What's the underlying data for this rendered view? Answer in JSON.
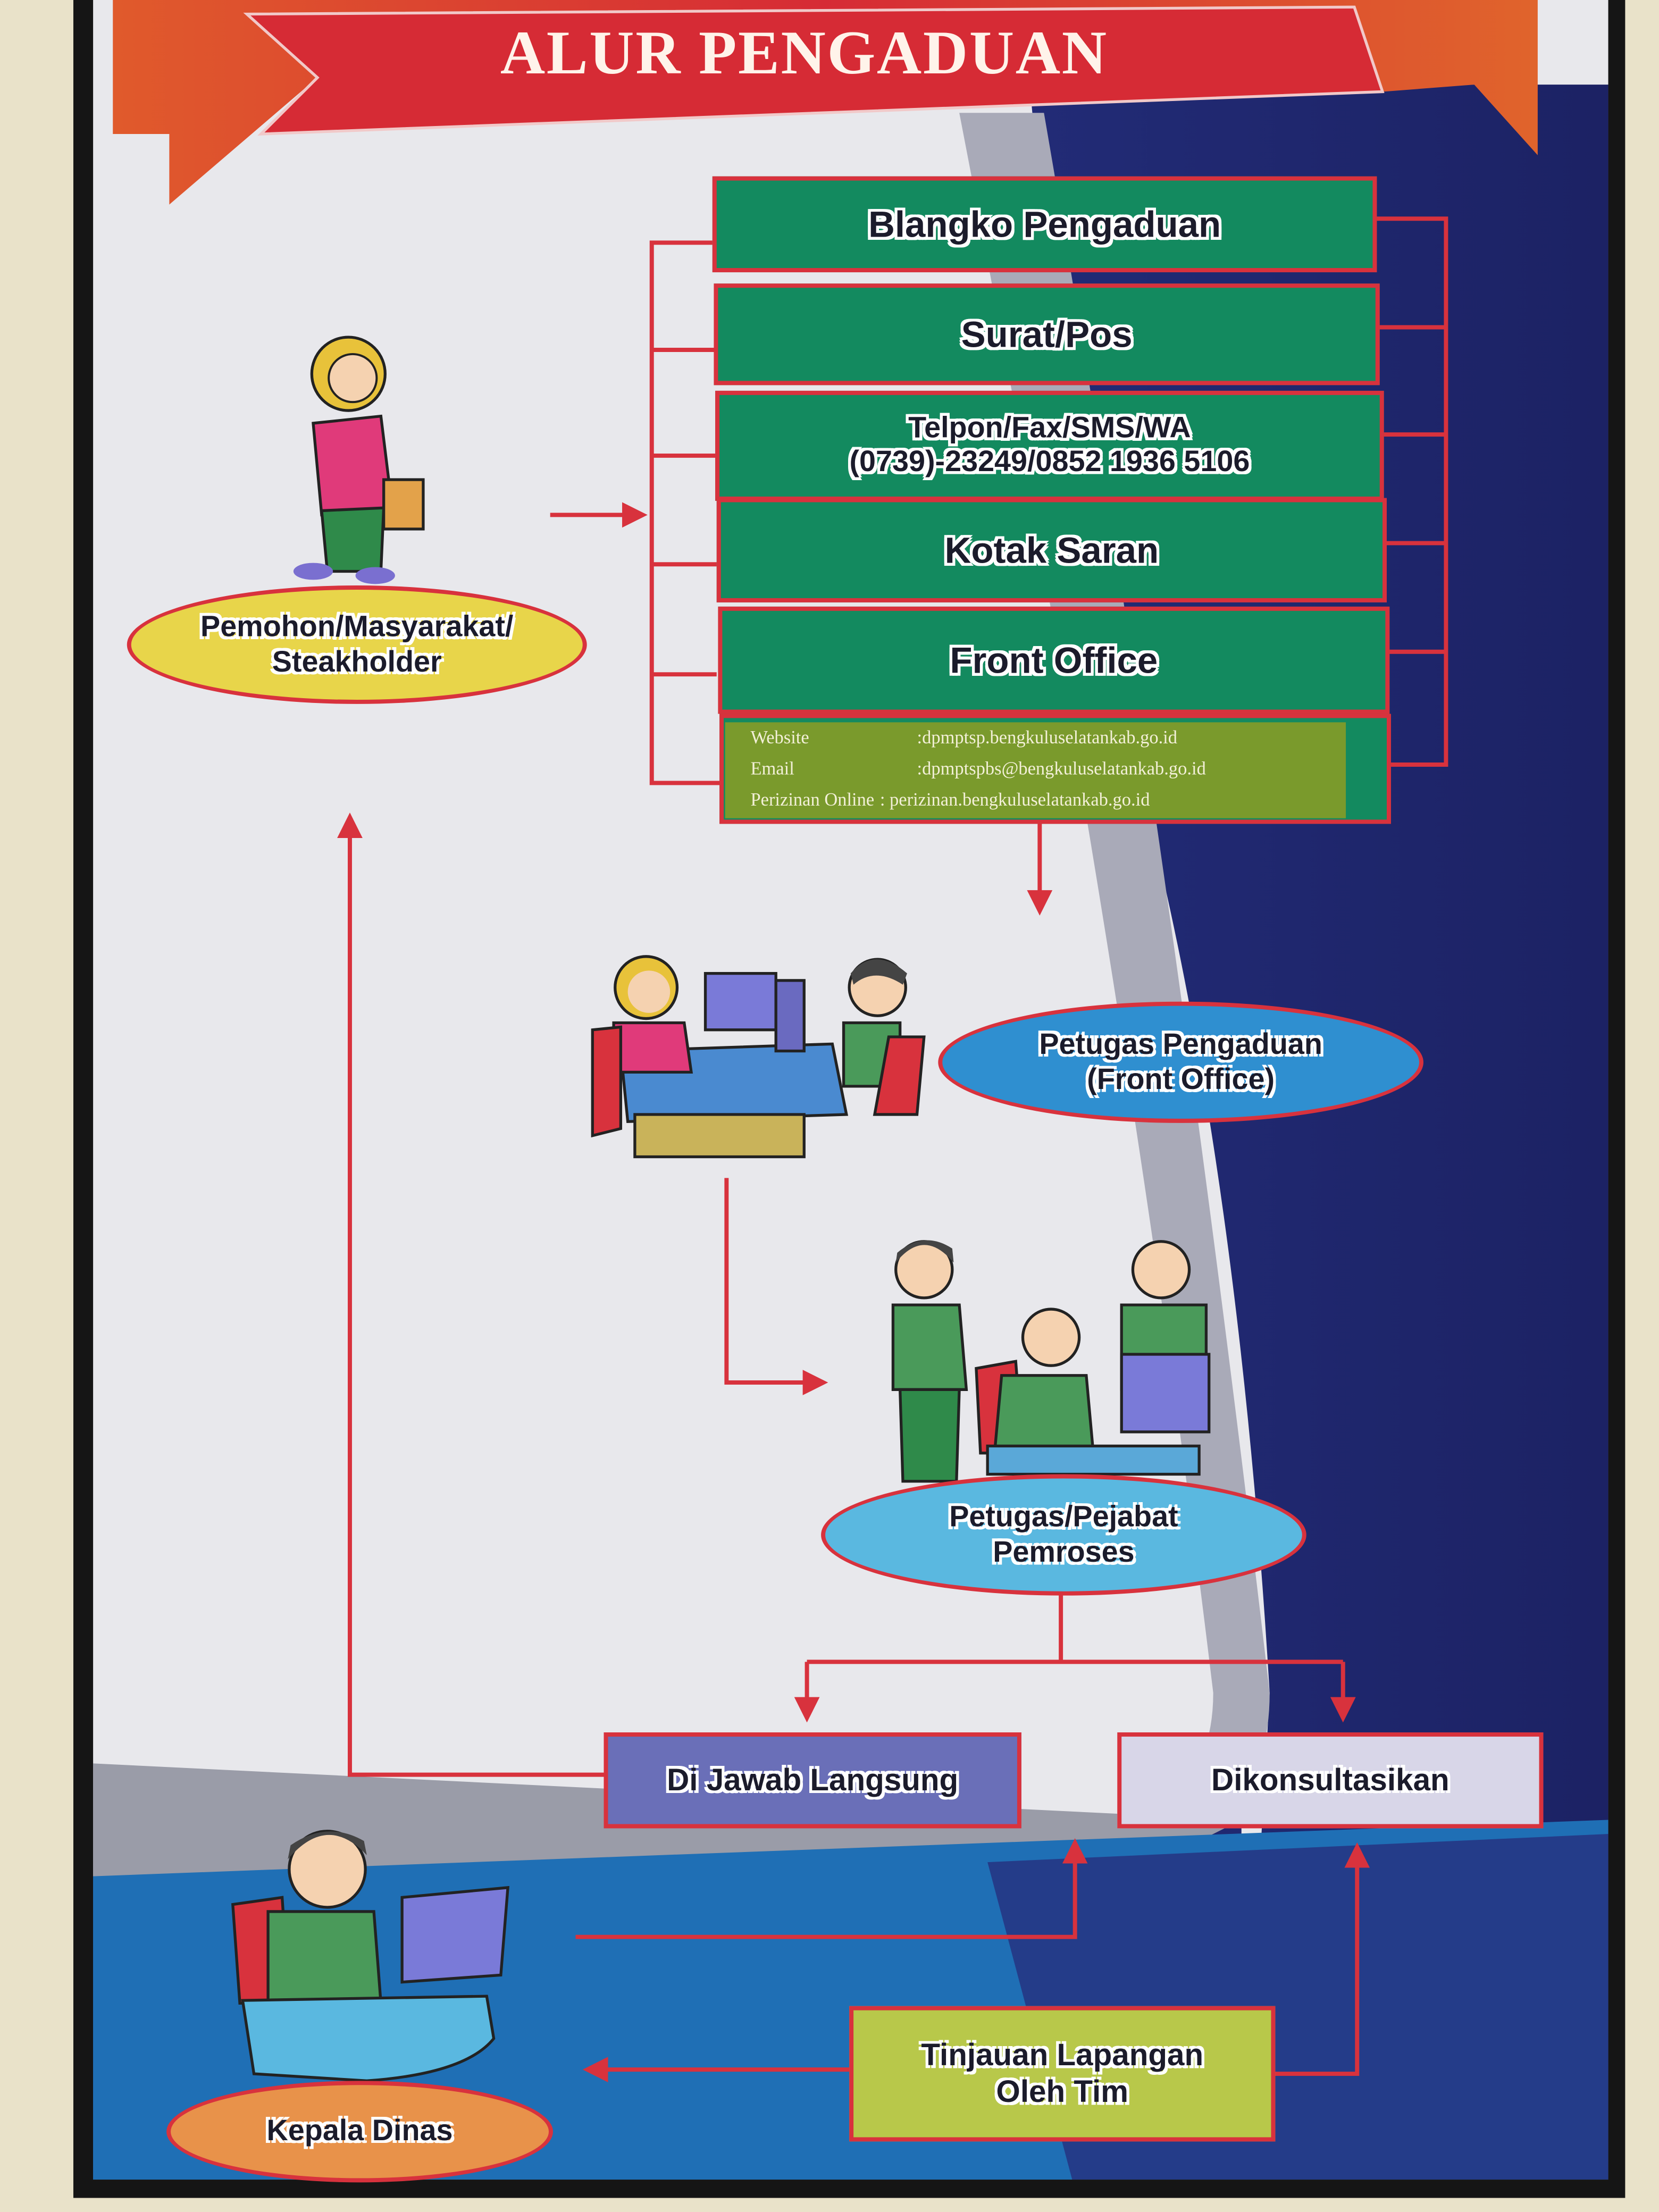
{
  "title": "ALUR PENGADUAN",
  "channels": [
    {
      "label": "Blangko Pengaduan"
    },
    {
      "label": "Surat/Pos"
    },
    {
      "label": "Telpon/Fax/SMS/WA",
      "detail": "(0739)-23249/0852 1936 5106"
    },
    {
      "label": "Kotak Saran"
    },
    {
      "label": "Front Office"
    }
  ],
  "sticker": {
    "rows": [
      {
        "key": "Website",
        "value": ":dpmptsp.bengkuluselatankab.go.id"
      },
      {
        "key": "Email",
        "value": ":dpmptspbs@bengkuluselatankab.go.id"
      },
      {
        "key": "Perizinan Online",
        "value": ": perizinan.bengkuluselatankab.go.id"
      }
    ]
  },
  "nodes": {
    "pemohon": [
      "Pemohon/Masyarakat/",
      "Steakholder"
    ],
    "petugas_pengaduan": [
      "Petugas Pengaduan",
      "(Front Office)"
    ],
    "petugas_pemroses": [
      "Petugas/Pejabat",
      "Pemroses"
    ],
    "dijawab": "Di Jawab Langsung",
    "dikonsultasikan": "Dikonsultasikan",
    "tinjauan": [
      "Tinjauan Lapangan",
      "Oleh Tim"
    ],
    "kepala_dinas": "Kepala Dinas"
  },
  "colors": {
    "banner": "#d62b35",
    "channel_box": "#138a5f",
    "connector": "#d8323d",
    "navy": "#232a7a",
    "blue_band": "#1f6fb5"
  }
}
